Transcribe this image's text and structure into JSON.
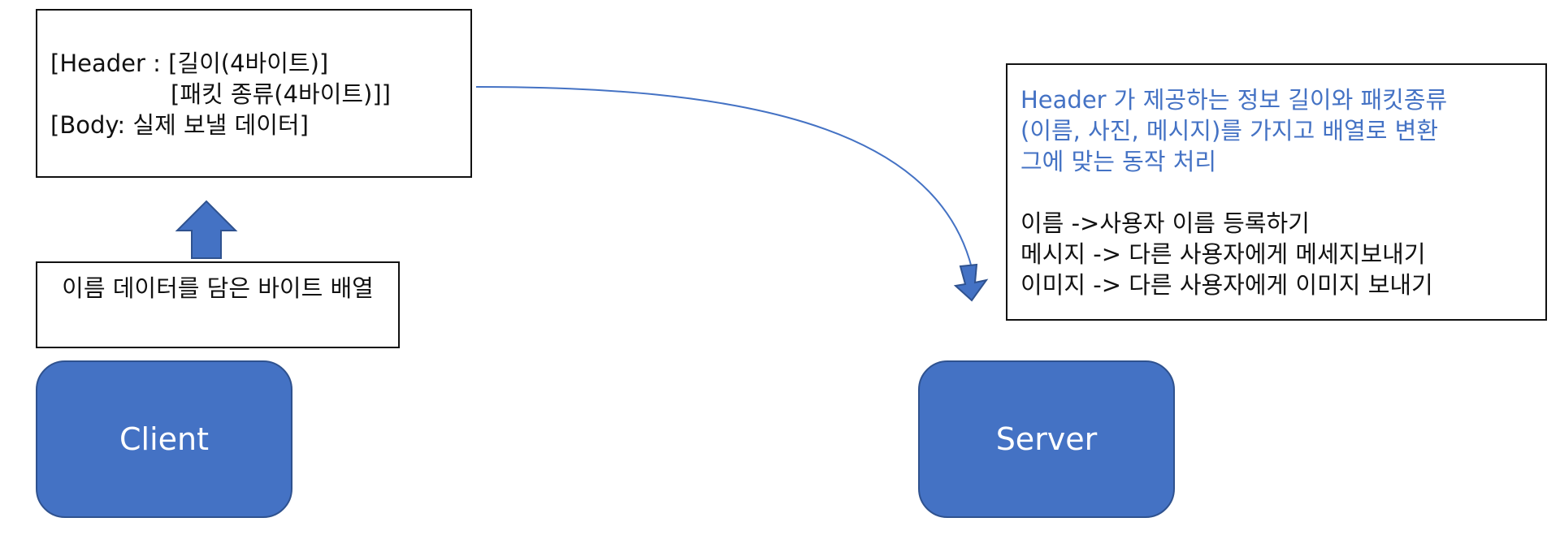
{
  "packet": {
    "line1": "[Header : [길이(4바이트)]",
    "line2": "[패킷 종류(4바이트)]]",
    "line3": "[Body: 실제 보낼 데이터]"
  },
  "bytes_box": {
    "text": "이름 데이터를 담은 바이트 배열"
  },
  "server_info": {
    "blue_lines": [
      "Header 가 제공하는 정보 길이와 패킷종류",
      "(이름, 사진, 메시지)를 가지고 배열로 변환",
      "그에 맞는 동작 처리"
    ],
    "lines": [
      "이름 ->사용자 이름 등록하기",
      "메시지 -> 다른 사용자에게 메세지보내기",
      "이미지 -> 다른 사용자에게 이미지 보내기"
    ]
  },
  "nodes": {
    "client": "Client",
    "server": "Server"
  },
  "colors": {
    "node_fill": "#4472c4",
    "node_border": "#2f528f",
    "highlight_text": "#4472c4",
    "connector": "#4472c4"
  }
}
